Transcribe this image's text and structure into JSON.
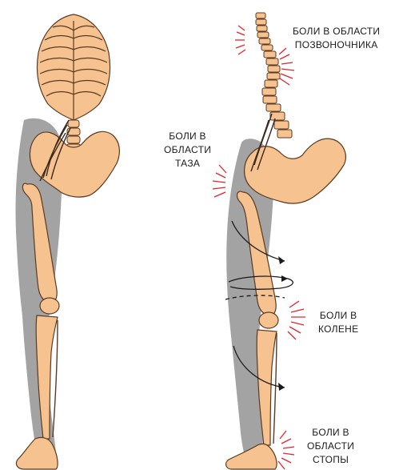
{
  "labels": {
    "spine": [
      "БОЛИ В ОБЛАСТИ",
      "ПОЗВОНОЧНИКА"
    ],
    "pelvis": [
      "БОЛИ В",
      "ОБЛАСТИ",
      "ТАЗА"
    ],
    "knee": [
      "БОЛИ В",
      "КОЛЕНЕ"
    ],
    "foot": [
      "БОЛИ В",
      "ОБЛАСТИ",
      "СТОПЫ"
    ]
  },
  "colors": {
    "bone": "#f6c28f",
    "bone_outline": "#5a3a22",
    "soft_tissue": "#a3a3a3",
    "pain_marks": "#e5232d",
    "arrows": "#1a1a1a",
    "text": "#1a1a1a"
  },
  "figures": {
    "left": "normal-leg-skeleton",
    "right": "misaligned-leg-skeleton"
  }
}
